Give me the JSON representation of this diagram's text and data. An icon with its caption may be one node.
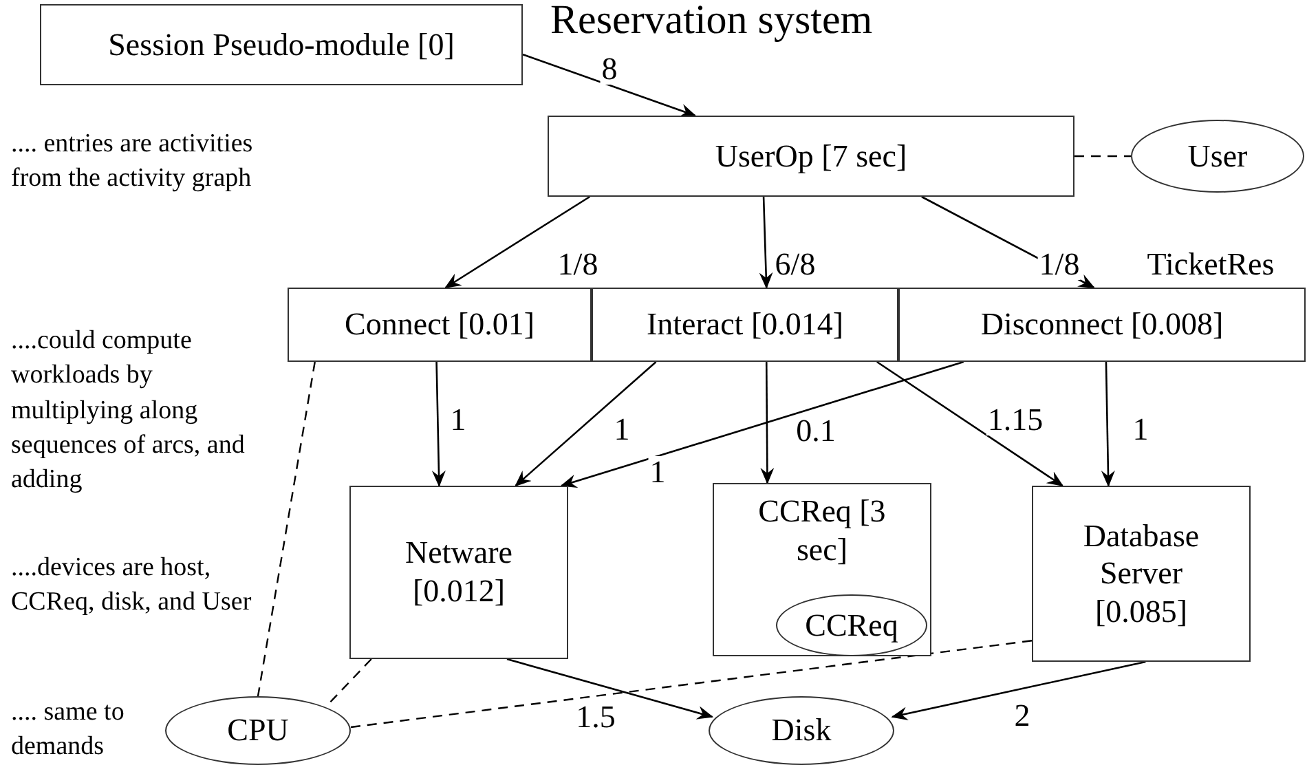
{
  "diagram": {
    "title": "Reservation system",
    "nodes": [
      {
        "text": [
          "Session Pseudo-module [0]"
        ]
      },
      {
        "text": [
          "UserOp  [7 sec]"
        ]
      },
      {
        "text": [
          "User"
        ]
      },
      {
        "text": [
          "Connect [0.01]"
        ]
      },
      {
        "text": [
          "Interact [0.014]"
        ]
      },
      {
        "text": [
          "Disconnect [0.008]"
        ]
      },
      {
        "text": [
          "Netware [0.012]"
        ]
      },
      {
        "text": [
          "CCReq [3 sec]"
        ]
      },
      {
        "text": [
          "CCReq"
        ],
        "in": 7
      },
      {
        "text": [
          "Database Server [0.085]"
        ]
      },
      {
        "text": [
          "CPU"
        ]
      },
      {
        "text": [
          "Disk"
        ]
      }
    ],
    "edges": [
      {
        "from": 0,
        "to": 1,
        "arrow": "to",
        "label": "8"
      },
      {
        "from": 1,
        "to": 3,
        "arrow": "to",
        "label": "1/8"
      },
      {
        "from": 1,
        "to": 4,
        "arrow": "to",
        "label": "6/8"
      },
      {
        "from": 1,
        "to": 5,
        "arrow": "to",
        "label": "1/8"
      },
      {
        "from": 1,
        "to": 2,
        "arrow": "none",
        "style": "dashed"
      },
      {
        "from": 3,
        "to": 6,
        "arrow": "to",
        "label": "1"
      },
      {
        "from": 4,
        "to": 6,
        "arrow": "to",
        "label": "1"
      },
      {
        "from": 5,
        "to": 6,
        "arrow": "to",
        "label": "1"
      },
      {
        "from": 4,
        "to": 7,
        "arrow": "to",
        "label": "0.1"
      },
      {
        "from": 4,
        "to": 9,
        "arrow": "to",
        "label": "1.15"
      },
      {
        "from": 5,
        "to": 9,
        "arrow": "to",
        "label": "1"
      },
      {
        "from": 6,
        "to": 11,
        "arrow": "to",
        "label": "1.5"
      },
      {
        "from": 9,
        "to": 11,
        "arrow": "to",
        "label": "2"
      },
      {
        "from": 3,
        "to": 10,
        "arrow": "none",
        "style": "dashed"
      },
      {
        "from": 6,
        "to": 10,
        "arrow": "none",
        "style": "dashed"
      },
      {
        "from": 9,
        "to": 10,
        "arrow": "none",
        "style": "dashed"
      }
    ],
    "labels": [
      ".... entries are activities from the activity graph",
      "....could compute workloads by multiplying along sequences of arcs, and adding",
      "....devices are host, CCReq, disk, and User",
      ".... same to demands",
      "TicketRes"
    ]
  }
}
